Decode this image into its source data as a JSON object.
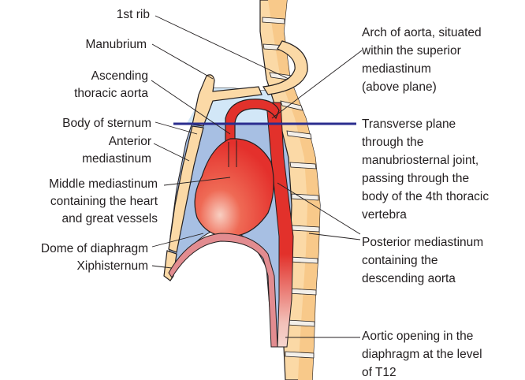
{
  "labels": {
    "first_rib": "1st rib",
    "manubrium": "Manubrium",
    "ascending_aorta": [
      "Ascending",
      "thoracic aorta"
    ],
    "body_of_sternum": "Body of sternum",
    "anterior_mediastinum": [
      "Anterior",
      "mediastinum"
    ],
    "middle_mediastinum": [
      "Middle mediastinum",
      "containing the heart",
      "and great vessels"
    ],
    "dome_of_diaphragm": "Dome of diaphragm",
    "xiphisternum": "Xiphisternum",
    "arch_of_aorta": [
      "Arch of aorta, situated",
      "within the superior",
      "mediastinum",
      "(above plane)"
    ],
    "transverse_plane": [
      "Transverse plane",
      "through the",
      "manubriosternal joint,",
      "passing through the",
      "body of the 4th thoracic",
      "vertebra"
    ],
    "posterior_mediastinum": [
      "Posterior mediastinum",
      "containing the",
      "descending aorta"
    ],
    "aortic_opening": [
      "Aortic opening in the",
      "diaphragm at the level",
      "of T12"
    ]
  },
  "colors": {
    "bone_fill": "#fbd9a6",
    "bone_outline": "#231f20",
    "disc": "#f3efe9",
    "mediastinum_blue": "#a7bfe3",
    "superior_light_blue": "#d2e7f7",
    "aorta_red": "#e2312b",
    "heart_red": "#e4302c",
    "diaphragm_pink": "#e28c90",
    "plane_line": "#2b2d8f"
  }
}
